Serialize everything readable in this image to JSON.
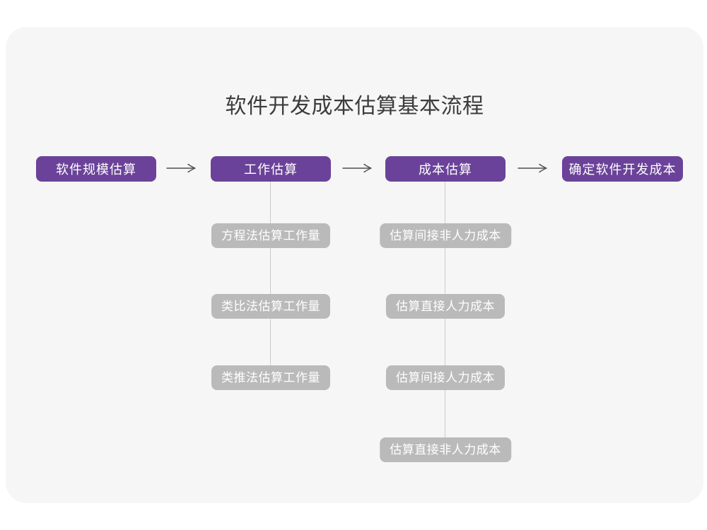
{
  "title": "软件开发成本估算基本流程",
  "flow": {
    "stages": [
      {
        "label": "软件规模估算",
        "children": []
      },
      {
        "label": "工作估算",
        "children": [
          "方程法估算工作量",
          "类比法估算工作量",
          "类推法估算工作量"
        ]
      },
      {
        "label": "成本估算",
        "children": [
          "估算间接非人力成本",
          "估算直接人力成本",
          "估算间接人力成本",
          "估算直接非人力成本"
        ]
      },
      {
        "label": "确定软件开发成本",
        "children": []
      }
    ]
  },
  "icons": {
    "stage_connector": "arrow-right-icon"
  },
  "colors": {
    "stage_box": "#6B4299",
    "sub_step_box": "#BABABA",
    "connector_line": "#CBCBCB",
    "arrow": "#4D4D4D",
    "card_background": "#F6F6F6",
    "page_background": "#FFFFFF",
    "title_text": "#3C3C3C",
    "box_text": "#FFFFFF"
  }
}
